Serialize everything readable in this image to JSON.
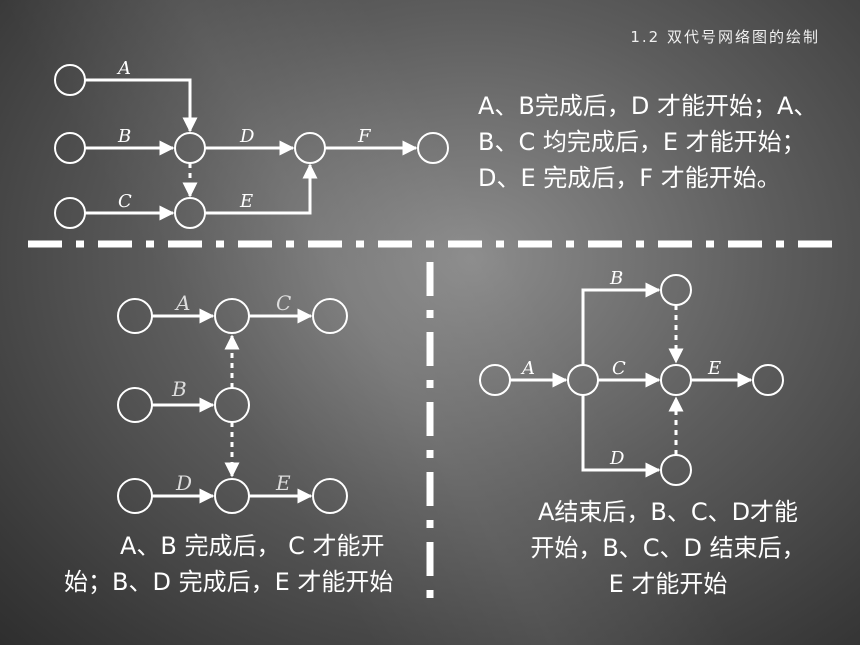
{
  "title": "1.2  双代号网络图的绘制",
  "labels": {
    "A": "A",
    "B": "B",
    "C": "C",
    "D": "D",
    "E": "E",
    "F": "F"
  },
  "descriptions": {
    "top": "A、B完成后，D 才能开始；A、B、C 均完成后，E 才能开始；D、E 完成后，F 才能开始。",
    "left": "A、B 完成后， C 才能开始；B、D 完成后，E 才能开始",
    "right": "A结束后，B、C、D才能开始，B、C、D 结束后，E 才能开始"
  }
}
